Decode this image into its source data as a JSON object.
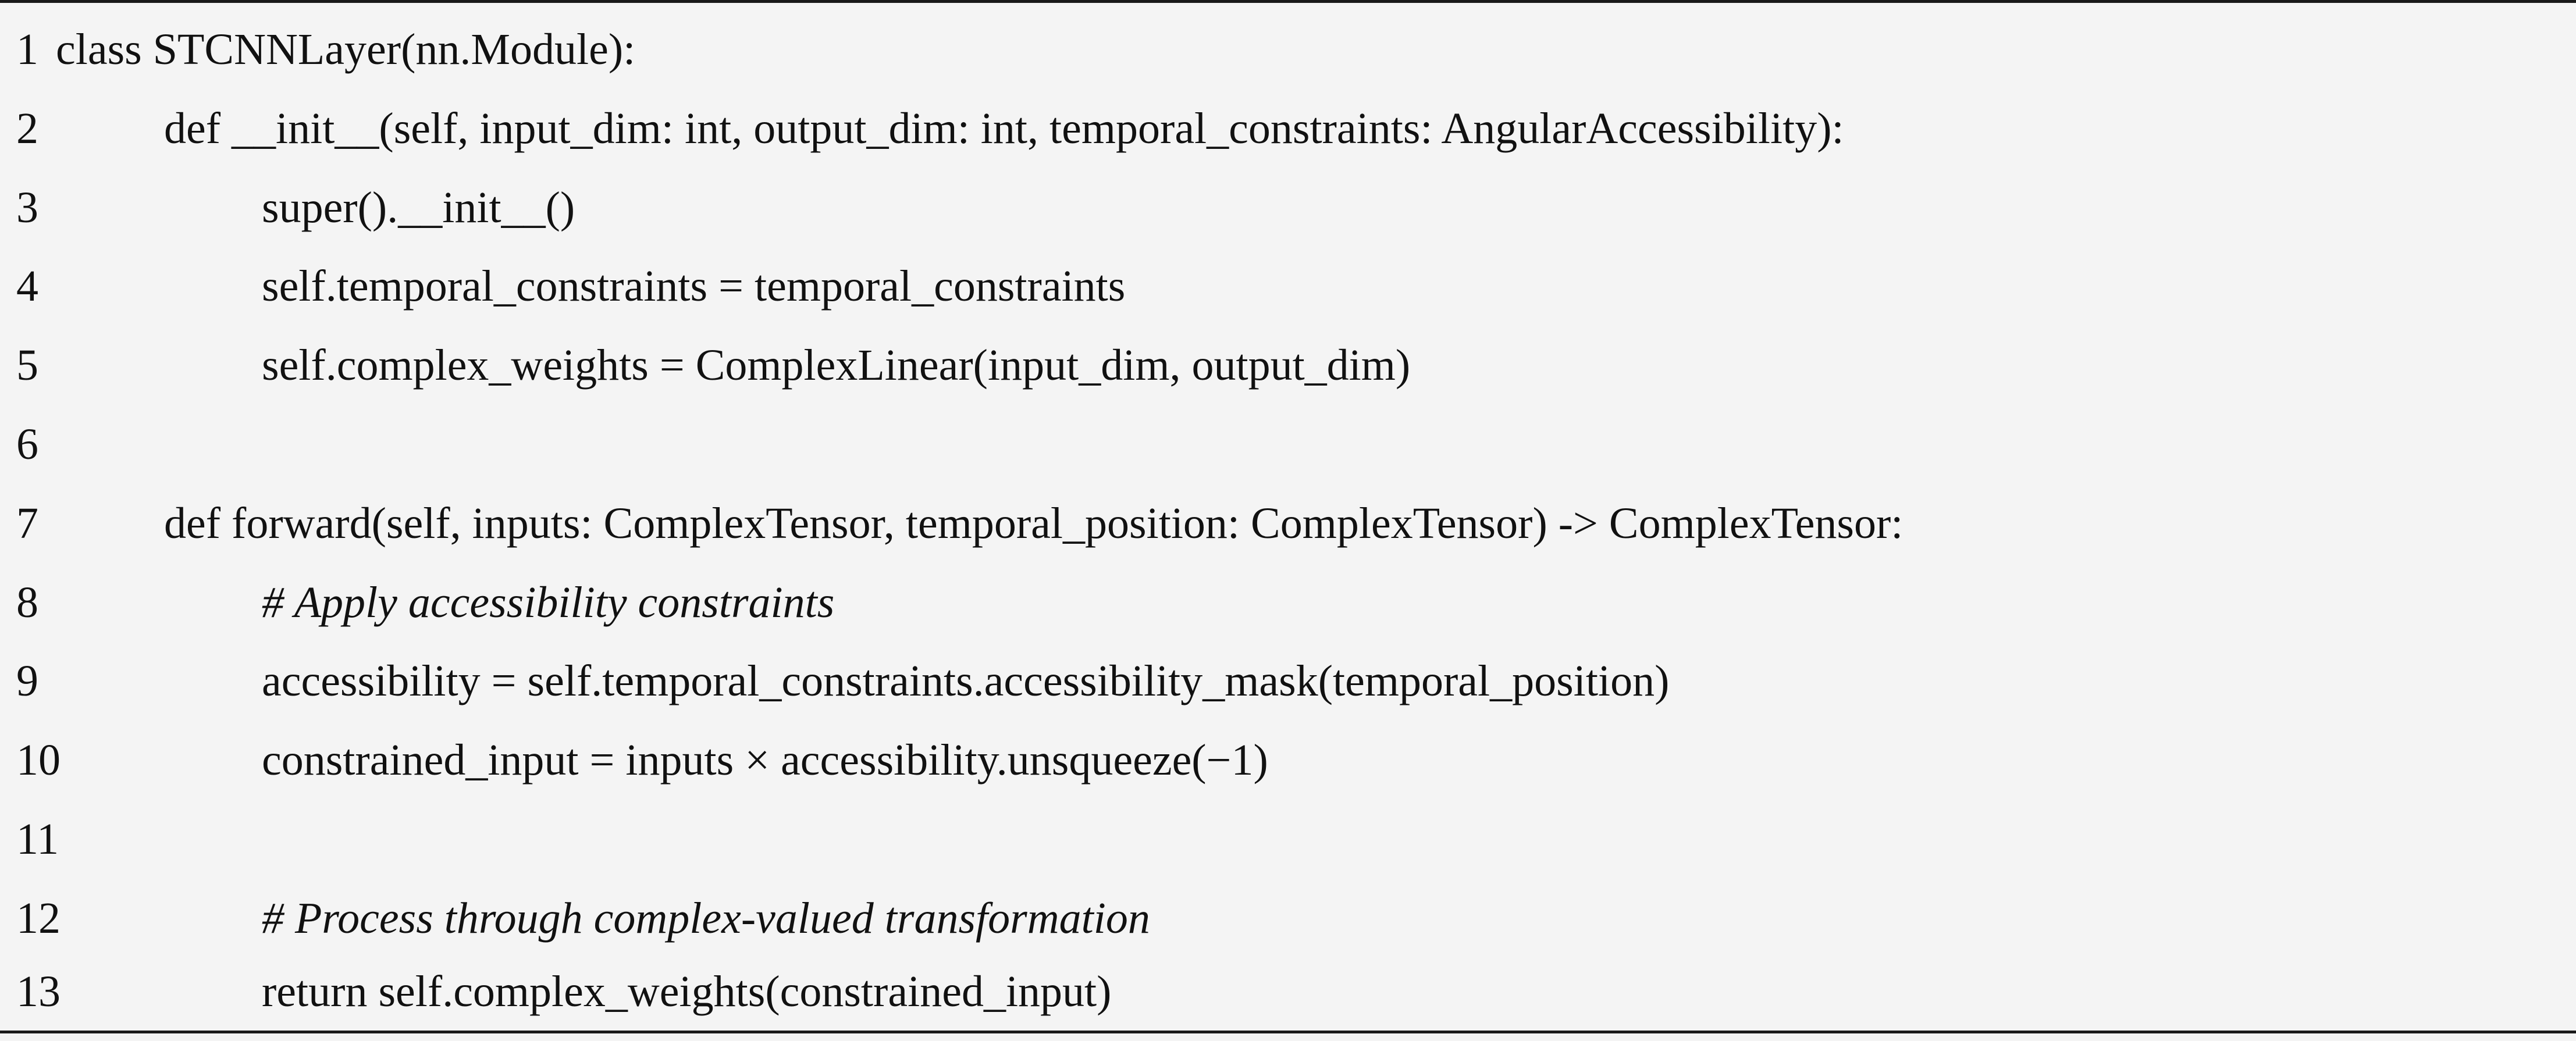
{
  "code": {
    "lines": [
      {
        "number": "1",
        "text": "class STCNNLayer(nn.Module):"
      },
      {
        "number": "2",
        "text": "def __init__(self, input_dim: int, output_dim: int, temporal_constraints: AngularAccessibility):"
      },
      {
        "number": "3",
        "text": "super().__init__()"
      },
      {
        "number": "4",
        "text": "self.temporal_constraints = temporal_constraints"
      },
      {
        "number": "5",
        "text": "self.complex_weights = ComplexLinear(input_dim, output_dim)"
      },
      {
        "number": "6",
        "text": ""
      },
      {
        "number": "7",
        "text": "def forward(self, inputs: ComplexTensor, temporal_position: ComplexTensor) -> ComplexTensor:"
      },
      {
        "number": "8",
        "text": "# Apply accessibility constraints"
      },
      {
        "number": "9",
        "text": "accessibility = self.temporal_constraints.accessibility_mask(temporal_position)"
      },
      {
        "number": "10",
        "text": "constrained_input = inputs × accessibility.unsqueeze(−1)"
      },
      {
        "number": "11",
        "text": ""
      },
      {
        "number": "12",
        "text": "# Process through complex-valued transformation"
      },
      {
        "number": "13",
        "text": "return self.complex_weights(constrained_input)"
      }
    ]
  }
}
